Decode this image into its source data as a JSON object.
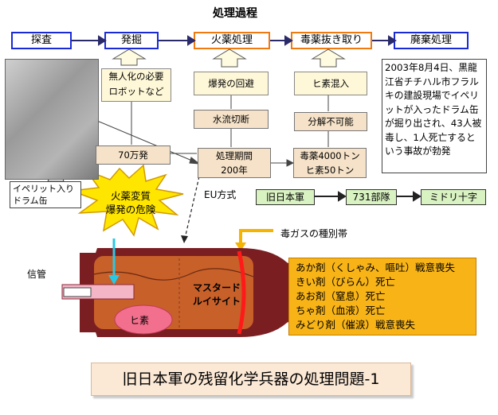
{
  "title": "処理過程",
  "flow": [
    "探査",
    "発掘",
    "火薬処理",
    "毒薬抜き取り",
    "廃棄処理"
  ],
  "top_notes": {
    "robot": "無人化の必要\nロボットなど",
    "explosion_avoid": "爆発の回避",
    "arsine": "ヒ素混入",
    "water": "水流切断",
    "no_decomp": "分解不可能",
    "count": "70万発",
    "period": "処理期間\n200年",
    "tonnage": "毒薬4000トン\nヒ素50トン"
  },
  "photo_label": "イペリット入り\nドラム缶",
  "incident_note": "2003年8月4日、黒龍江省チチハル市フラルキの建設現場でイペリットが入ったドラム缶が掘り出され、43人被毒し、1人死亡するという事故が勃発",
  "burst_text": "火薬変質\n爆発の危険",
  "eu_label": "EU方式",
  "chain": [
    "旧日本軍",
    "731部隊",
    "ミドリ十字"
  ],
  "gas_label": "毒ガスの種別帯",
  "shell": {
    "fuse_label": "信管",
    "contents": "マスタード\nルイサイト",
    "arsenic": "ヒ素"
  },
  "agents": [
    "あか剤（くしゃみ、嘔吐）戦意喪失",
    "きい剤（びらん）死亡",
    "あお剤（窒息）死亡",
    "ちゃ剤（血液）死亡",
    "みどり剤（催涙）戦意喪失"
  ],
  "footer": "旧日本軍の残留化学兵器の処理問題-1",
  "colors": {
    "blue_border": "#1a2bd6",
    "orange_border": "#f07a10",
    "shell_body": "#c8602a",
    "shell_dark": "#7a1e22",
    "agent_box": "#f8b417",
    "burst": "#ffe600"
  }
}
